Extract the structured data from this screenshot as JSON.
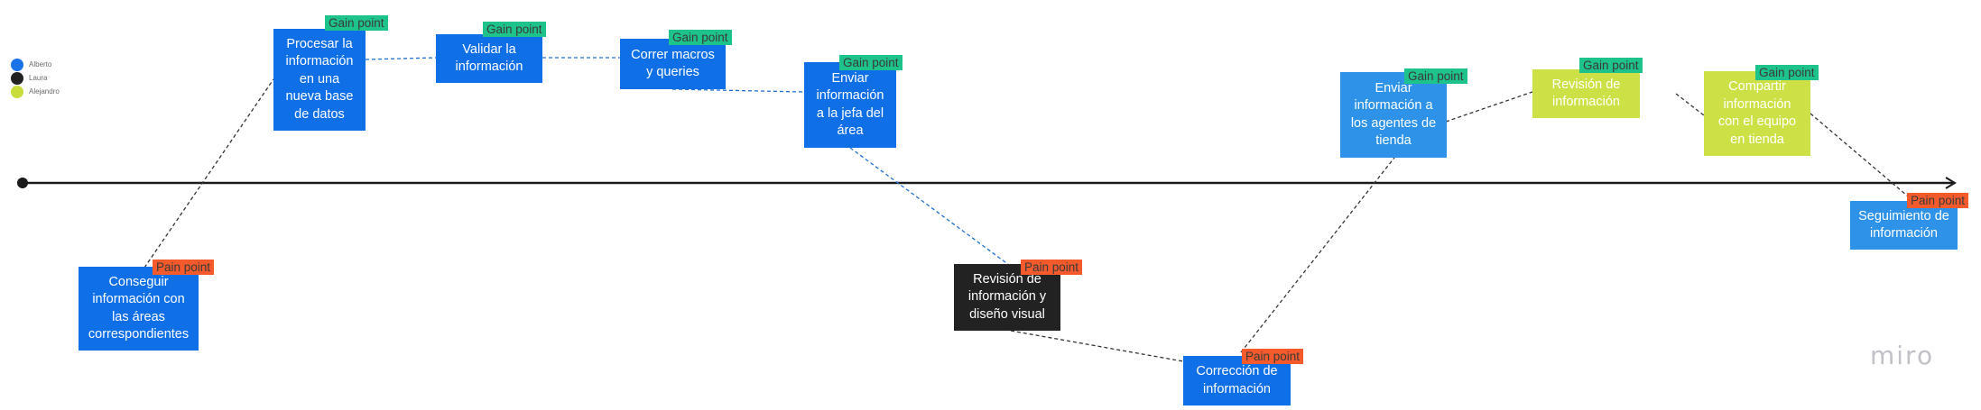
{
  "legend": [
    {
      "label": "Alberto",
      "color": "#1a73e8"
    },
    {
      "label": "Laura",
      "color": "#222222"
    },
    {
      "label": "Alejandro",
      "color": "#c8dc3c"
    }
  ],
  "colors": {
    "alberto_blue": "#0f6fe6",
    "alberto_light_blue": "#2e93e8",
    "laura_black": "#222222",
    "alejandro_green": "#cde045",
    "gain": "#1ec28b",
    "pain": "#f55a2c"
  },
  "notes": [
    {
      "id": "conseguir",
      "text": "Conseguir información con las áreas correspondientes",
      "tag": "Pain point"
    },
    {
      "id": "procesar",
      "text": "Procesar la información en una nueva base de datos",
      "tag": "Gain point"
    },
    {
      "id": "validar",
      "text": "Validar la información",
      "tag": "Gain point"
    },
    {
      "id": "correr",
      "text": "Correr macros y queries",
      "tag": "Gain point"
    },
    {
      "id": "enviar-jefa",
      "text": "Enviar información a la jefa del área",
      "tag": "Gain point"
    },
    {
      "id": "revision-diseno",
      "text": "Revisión de información y diseño visual",
      "tag": "Pain point"
    },
    {
      "id": "correccion",
      "text": "Corrección de información",
      "tag": "Pain point"
    },
    {
      "id": "enviar-agentes",
      "text": "Enviar información a los agentes de tienda",
      "tag": "Gain point"
    },
    {
      "id": "revision",
      "text": "Revisión de información",
      "tag": "Gain point"
    },
    {
      "id": "compartir",
      "text": "Compartir información con el equipo en tienda",
      "tag": "Gain point"
    },
    {
      "id": "seguimiento",
      "text": "Seguimiento de información",
      "tag": "Pain point"
    }
  ],
  "logo": "miro"
}
